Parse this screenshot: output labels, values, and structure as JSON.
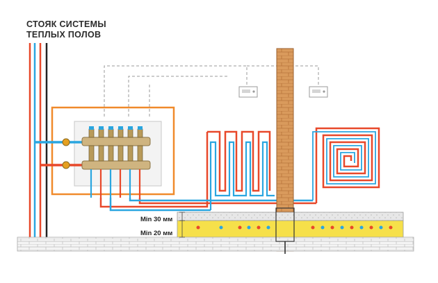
{
  "title": {
    "line1": "СТОЯК СИСТЕМЫ",
    "line2": "ТЕПЛЫХ ПОЛОВ"
  },
  "dimensions": {
    "upper": "Min 30 мм",
    "lower": "Min 20 мм"
  },
  "colors": {
    "supply": "#e8482a",
    "return": "#2aa6e0",
    "cabinet": "#f08a2b",
    "brick": "#d99a5c",
    "insulation": "#f6e04a",
    "control_wire": "#9a9a9a"
  },
  "icons": [
    "thermostat-icon",
    "thermostat-icon",
    "manifold-icon"
  ]
}
